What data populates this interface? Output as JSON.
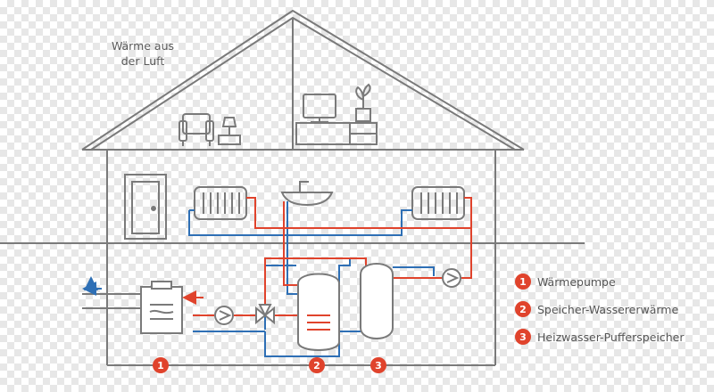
{
  "caption": {
    "line1": "Wärme aus",
    "line2": "der Luft"
  },
  "legend": [
    {
      "number": "1",
      "label": "Wärmepumpe"
    },
    {
      "number": "2",
      "label": "Speicher-Wassererwärme"
    },
    {
      "number": "3",
      "label": "Heizwasser-Pufferspeicher"
    }
  ],
  "badges": [
    "1",
    "2",
    "3"
  ],
  "colors": {
    "outline": "#7a7a7a",
    "hot_pipe": "#e0432c",
    "cold_pipe": "#2e6fb5",
    "badge": "#e0432c"
  }
}
